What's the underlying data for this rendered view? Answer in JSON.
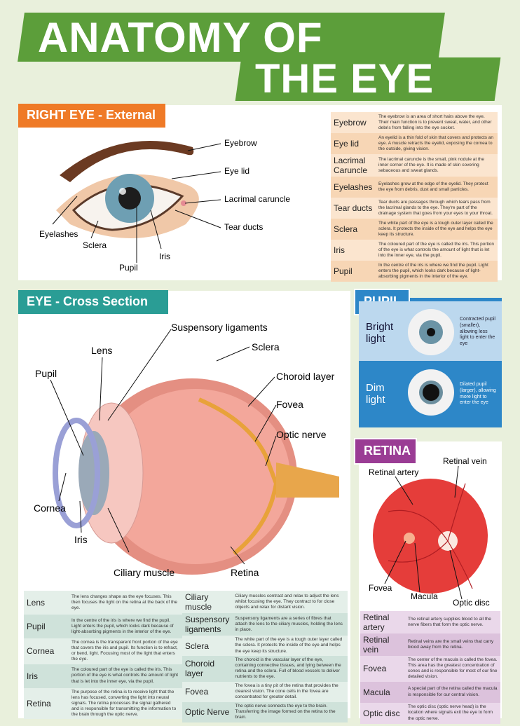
{
  "title": {
    "line1": "ANATOMY OF",
    "line2": "THE EYE"
  },
  "colors": {
    "green": "#5c9e3a",
    "orange": "#ef7a27",
    "teal": "#2a9d95",
    "blue": "#2d87c8",
    "purple": "#9a3c94"
  },
  "external": {
    "banner": "RIGHT EYE - External",
    "labels": {
      "eyebrow": "Eyebrow",
      "eyelid": "Eye lid",
      "lacrimal": "Lacrimal caruncle",
      "tearducts": "Tear ducts",
      "eyelashes": "Eyelashes",
      "sclera": "Sclera",
      "pupil": "Pupil",
      "iris": "Iris"
    },
    "rows": [
      {
        "term": "Eyebrow",
        "desc": "The eyebrow is an area of short hairs above the eye. Their main function is to prevent sweat, water, and other debris from falling into the eye socket."
      },
      {
        "term": "Eye lid",
        "desc": "An eyelid is a thin fold of skin that covers and protects an eye. A muscle retracts the eyelid, exposing the cornea to the outside, giving vision."
      },
      {
        "term": "Lacrimal Caruncle",
        "desc": "The lacrimal caruncle is the small, pink nodule at the inner corner of the eye. It is made of skin covering sebaceous and sweat glands."
      },
      {
        "term": "Eyelashes",
        "desc": "Eyelashes grow at the edge of the eyelid. They protect the eye from debris, dust and small particles."
      },
      {
        "term": "Tear ducts",
        "desc": "Tear ducts are passages through which tears pass from the lacrimal glands to the eye. They're part of the drainage system that goes from your eyes to your throat."
      },
      {
        "term": "Sclera",
        "desc": "The white part of the eye is a tough outer layer called the sclera. It protects the inside of the eye and helps the eye keep its structure."
      },
      {
        "term": "Iris",
        "desc": "The coloured part of the eye is called the iris. This portion of the eye is what controls the amount of light that is let into the inner eye, via the pupil."
      },
      {
        "term": "Pupil",
        "desc": "In the centre of the iris is where we find the pupil. Light enters the pupil, which looks dark because of light-absorbing pigments in the interior of the eye."
      }
    ]
  },
  "cross": {
    "banner": "EYE - Cross Section",
    "labels": {
      "suspensory": "Suspensory ligaments",
      "lens": "Lens",
      "sclera": "Sclera",
      "pupil": "Pupil",
      "choroid": "Choroid layer",
      "fovea": "Fovea",
      "optic": "Optic nerve",
      "cornea": "Cornea",
      "iris": "Iris",
      "ciliary": "Ciliary muscle",
      "retina": "Retina"
    },
    "rows_left": [
      {
        "term": "Lens",
        "desc": "The lens changes shape as the eye focuses. This then focuses the light on the retina at the back of the eye."
      },
      {
        "term": "Pupil",
        "desc": "In the centre of the iris is where we find the pupil. Light enters the pupil, which looks dark because of light-absorbing pigments in the interior of the eye."
      },
      {
        "term": "Cornea",
        "desc": "The cornea is the transparent front portion of the eye that covers the iris and pupil. Its function is to refract, or bend, light. Focusing most of the light that enters the eye."
      },
      {
        "term": "Iris",
        "desc": "The coloured part of the eye is called the iris. This portion of the eye is what controls the amount of light that is let into the inner eye, via the pupil."
      },
      {
        "term": "Retina",
        "desc": "The purpose of the retina is to receive light that the lens has focused, converting the light into neural signals. The retina processes the signal gathered and is responsible for transmitting the information to the brain through the optic nerve."
      }
    ],
    "rows_right": [
      {
        "term": "Ciliary muscle",
        "desc": "Ciliary muscles contract and relax to adjust the lens whilst focusing the eye. They contract to for close objects and relax for distant vision."
      },
      {
        "term": "Suspensory ligaments",
        "desc": "Suspensory ligaments are a series of fibres that attach the lens to the ciliary muscles, holding the lens in place."
      },
      {
        "term": "Sclera",
        "desc": "The white part of the eye is a tough outer layer called the sclera. It protects the inside of the eye and helps the eye keep its structure."
      },
      {
        "term": "Choroid layer",
        "desc": "The choroid is the vascular layer of the eye, containing connective tissues, and lying between the retina and the sclera. Full of blood vessels to deliver nutrients to the eye."
      },
      {
        "term": "Fovea",
        "desc": "The fovea is a tiny pit of the retina that provides the clearest vision. The cone cells in the fovea are concentrated for greater detail."
      },
      {
        "term": "Optic Nerve",
        "desc": "The optic nerve connects the eye to the brain. Transferring the image formed on the retina to the brain."
      }
    ]
  },
  "pupil": {
    "banner": "PUPIL",
    "bright": {
      "label": "Bright light",
      "desc": "Contracted pupil (smaller), allowing less light to enter the eye"
    },
    "dim": {
      "label": "Dim light",
      "desc": "Dilated pupil (larger), allowing more light to enter the eye"
    }
  },
  "retina": {
    "banner": "RETINA",
    "labels": {
      "artery": "Retinal artery",
      "vein": "Retinal vein",
      "fovea": "Fovea",
      "macula": "Macula",
      "optic": "Optic disc"
    },
    "rows": [
      {
        "term": "Retinal artery",
        "desc": "The retinal artery supplies blood to all the nerve fibers that form the optic nerve."
      },
      {
        "term": "Retinal vein",
        "desc": "Retinal veins are the small veins that carry blood away from the retina."
      },
      {
        "term": "Fovea",
        "desc": "The center of the macula is called the fovea. This area has the greatest concentration of cones and is responsible for most of our fine detailed vision."
      },
      {
        "term": "Macula",
        "desc": "A special part of the retina called the macula is responsible for our central vision."
      },
      {
        "term": "Optic disc",
        "desc": "The optic disc (optic nerve head) is the location where signals exit the eye to form the optic nerve."
      }
    ]
  }
}
